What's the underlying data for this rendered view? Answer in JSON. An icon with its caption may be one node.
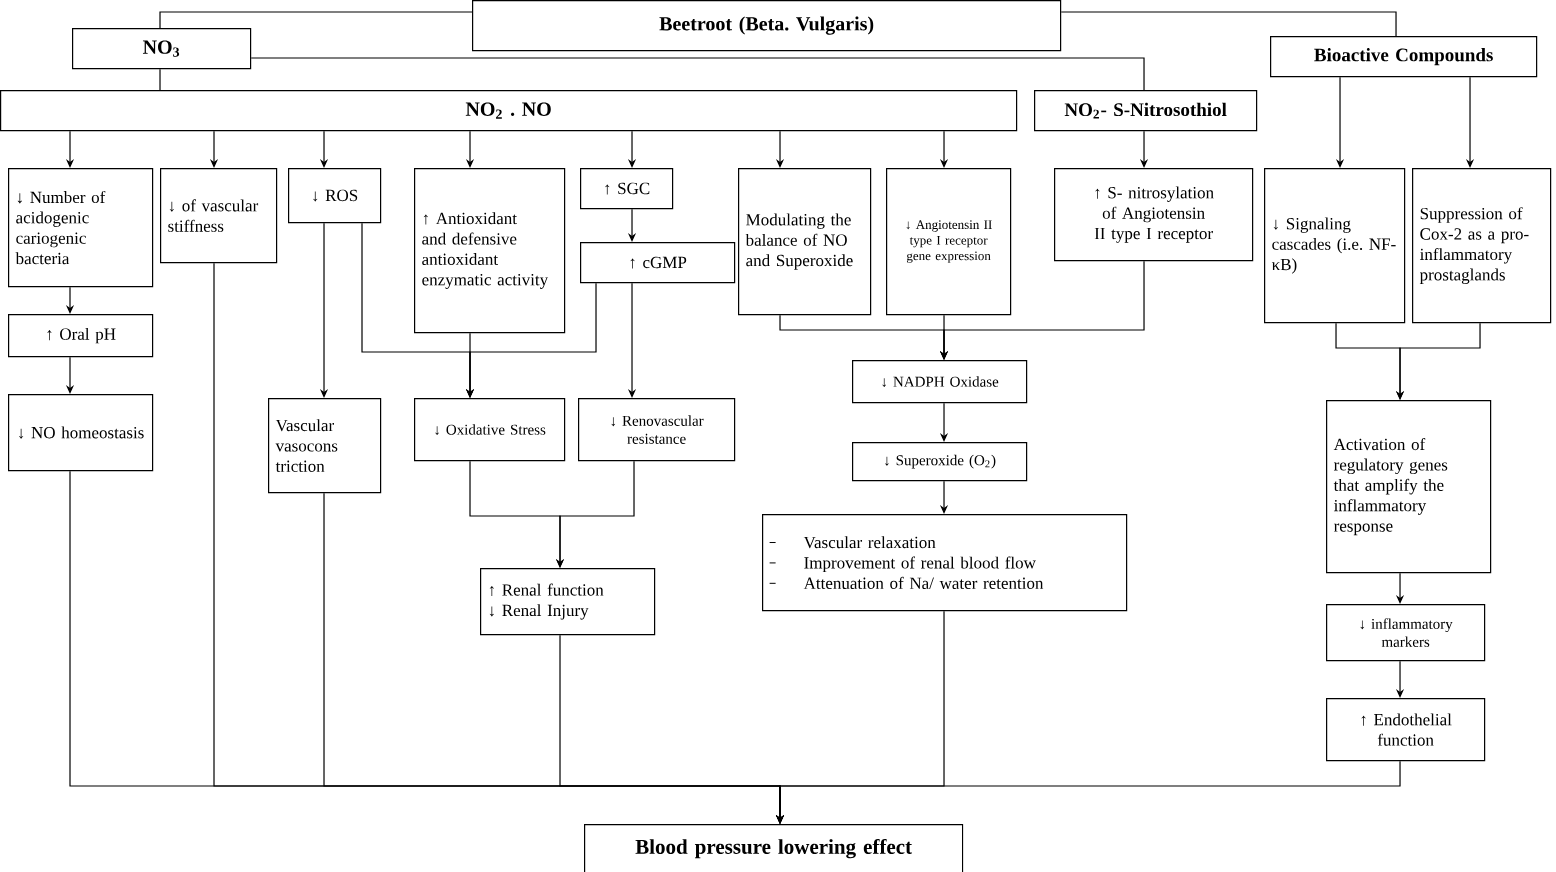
{
  "diagram": {
    "nodes": [
      {
        "text": [
          "Beetroot (Beta. Vulgaris)"
        ]
      },
      {
        "text": [
          "NO$_{3}$"
        ]
      },
      {
        "text": [
          "NO$_{2}$ . NO"
        ]
      },
      {
        "text": [
          "NO$_{2}$- S-Nitrosothiol"
        ]
      },
      {
        "text": [
          "Bioactive Compounds"
        ]
      },
      {
        "text": [
          "↓ Number of acidogenic cariogenic bacteria"
        ]
      },
      {
        "text": [
          "↓ of vascular stiffness"
        ]
      },
      {
        "text": [
          "↓ ROS"
        ]
      },
      {
        "text": [
          "↑ Antioxidant and defensive antioxidant enzymatic activity"
        ]
      },
      {
        "text": [
          "↑ SGC"
        ]
      },
      {
        "text": [
          "Modulating the balance of NO and Superoxide"
        ]
      },
      {
        "text": [
          "↓ Angiotensin II type I receptor gene expression"
        ]
      },
      {
        "text": [
          "↑ S- nitrosylation of Angiotensin II type I receptor"
        ]
      },
      {
        "text": [
          "↓ Signaling cascades (i.e. NF-κB)"
        ]
      },
      {
        "text": [
          "Suppression of Cox-2 as a pro-inflammatory prostaglands"
        ]
      },
      {
        "text": [
          "↑ cGMP"
        ]
      },
      {
        "text": [
          "↑ Oral pH"
        ]
      },
      {
        "text": [
          "↓ NO homeostasis"
        ]
      },
      {
        "text": [
          "Vascular vasocons triction"
        ]
      },
      {
        "text": [
          "↓ Oxidative Stress"
        ]
      },
      {
        "text": [
          "↓ Renovascular resistance"
        ]
      },
      {
        "text": [
          "↓ NADPH Oxidase"
        ]
      },
      {
        "text": [
          "↓ Superoxide (O$_{2}$)"
        ]
      },
      {
        "text": [
          "Vascular relaxation",
          "Improvement of renal blood flow",
          "Attenuation of Na/ water retention"
        ]
      },
      {
        "text": [
          "Activation of regulatory genes that amplify the inflammatory response"
        ]
      },
      {
        "text": [
          "↓ inflammatory markers"
        ]
      },
      {
        "text": [
          "↑ Endothelial function"
        ]
      },
      {
        "text": [
          "↑ Renal function",
          "↓ Renal Injury"
        ]
      },
      {
        "text": [
          "Blood pressure lowering effect"
        ]
      }
    ],
    "edges": [
      {
        "from": 0,
        "to": 1,
        "arrow": "none"
      },
      {
        "from": 1,
        "to": 3,
        "arrow": "none"
      },
      {
        "from": 0,
        "to": 4,
        "arrow": "none"
      },
      {
        "from": 1,
        "to": 2,
        "arrow": "none"
      },
      {
        "from": 2,
        "to": 5,
        "arrow": "to"
      },
      {
        "from": 2,
        "to": 6,
        "arrow": "to"
      },
      {
        "from": 2,
        "to": 7,
        "arrow": "to"
      },
      {
        "from": 2,
        "to": 8,
        "arrow": "to"
      },
      {
        "from": 2,
        "to": 9,
        "arrow": "to"
      },
      {
        "from": 2,
        "to": 10,
        "arrow": "to"
      },
      {
        "from": 2,
        "to": 11,
        "arrow": "to"
      },
      {
        "from": 3,
        "to": 12,
        "arrow": "to"
      },
      {
        "from": 4,
        "to": 13,
        "arrow": "to"
      },
      {
        "from": 4,
        "to": 14,
        "arrow": "to"
      },
      {
        "from": 5,
        "to": 16,
        "arrow": "to"
      },
      {
        "from": 16,
        "to": 17,
        "arrow": "to"
      },
      {
        "from": 9,
        "to": 15,
        "arrow": "to"
      },
      {
        "from": 7,
        "to": 18,
        "arrow": "to"
      },
      {
        "from": 7,
        "to": 19,
        "arrow": "to"
      },
      {
        "from": 8,
        "to": 19,
        "arrow": "to"
      },
      {
        "from": 15,
        "to": 19,
        "arrow": "to"
      },
      {
        "from": 15,
        "to": 20,
        "arrow": "to"
      },
      {
        "from": 19,
        "to": 27,
        "arrow": "to"
      },
      {
        "from": 20,
        "to": 27,
        "arrow": "to"
      },
      {
        "from": 10,
        "to": 21,
        "arrow": "to"
      },
      {
        "from": 11,
        "to": 21,
        "arrow": "to"
      },
      {
        "from": 12,
        "to": 21,
        "arrow": "to"
      },
      {
        "from": 21,
        "to": 22,
        "arrow": "to"
      },
      {
        "from": 22,
        "to": 23,
        "arrow": "to"
      },
      {
        "from": 13,
        "to": 24,
        "arrow": "to"
      },
      {
        "from": 14,
        "to": 24,
        "arrow": "to"
      },
      {
        "from": 24,
        "to": 25,
        "arrow": "to"
      },
      {
        "from": 25,
        "to": 26,
        "arrow": "to"
      },
      {
        "from": 17,
        "to": 28,
        "arrow": "to"
      },
      {
        "from": 6,
        "to": 28,
        "arrow": "to"
      },
      {
        "from": 18,
        "to": 28,
        "arrow": "to"
      },
      {
        "from": 27,
        "to": 28,
        "arrow": "to"
      },
      {
        "from": 23,
        "to": 28,
        "arrow": "to"
      },
      {
        "from": 26,
        "to": 28,
        "arrow": "to"
      }
    ]
  }
}
